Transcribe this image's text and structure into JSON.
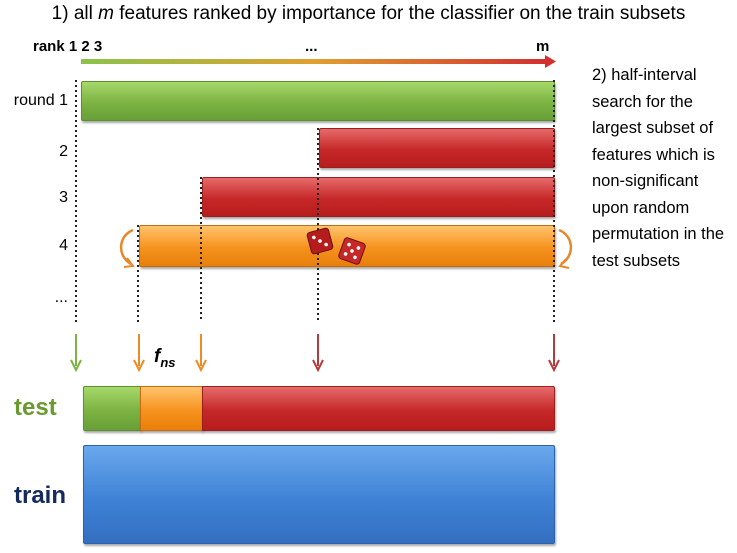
{
  "title": {
    "prefix": "1) all ",
    "var": "m",
    "suffix": " features ranked by importance for the classifier on the train subsets"
  },
  "rank_axis": {
    "rank_label": "rank 1 2 3",
    "ellipsis": "...",
    "end_label": "m"
  },
  "rounds": [
    "round 1",
    "2",
    "3",
    "4",
    "..."
  ],
  "side_note": "2) half-interval search for the largest subset of features which is non-significant upon random permutation in the test subsets",
  "fns_label": {
    "base": "f",
    "sub": "ns"
  },
  "test_label": "test",
  "train_label": "train",
  "colors": {
    "green": "#7cb342",
    "red": "#c62828",
    "orange": "#f6921e",
    "blue": "#3f82d6"
  }
}
